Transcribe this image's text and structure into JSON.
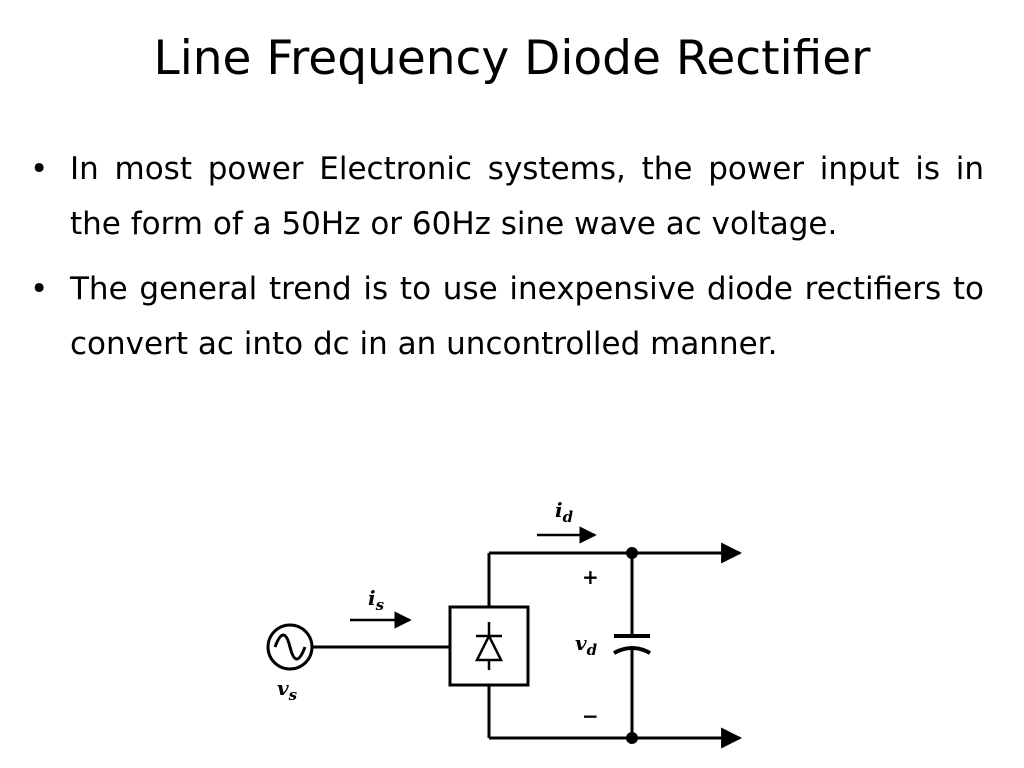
{
  "slide": {
    "title": "Line Frequency Diode Rectifier",
    "bullet_symbol": "•",
    "bullets": [
      {
        "text": "In most power Electronic systems, the power input is in the form of a 50Hz or 60Hz sine wave ac voltage."
      },
      {
        "text": "The general trend is to use inexpensive diode rectifiers to convert ac into dc in an uncontrolled manner."
      }
    ]
  },
  "circuit": {
    "source_label": "v",
    "source_label_sub": "s",
    "source_current_label": "i",
    "source_current_sub": "s",
    "dc_current_label": "i",
    "dc_current_sub": "d",
    "dc_voltage_label": "v",
    "dc_voltage_sub": "d",
    "plus_sign": "+",
    "minus_sign": "−"
  }
}
